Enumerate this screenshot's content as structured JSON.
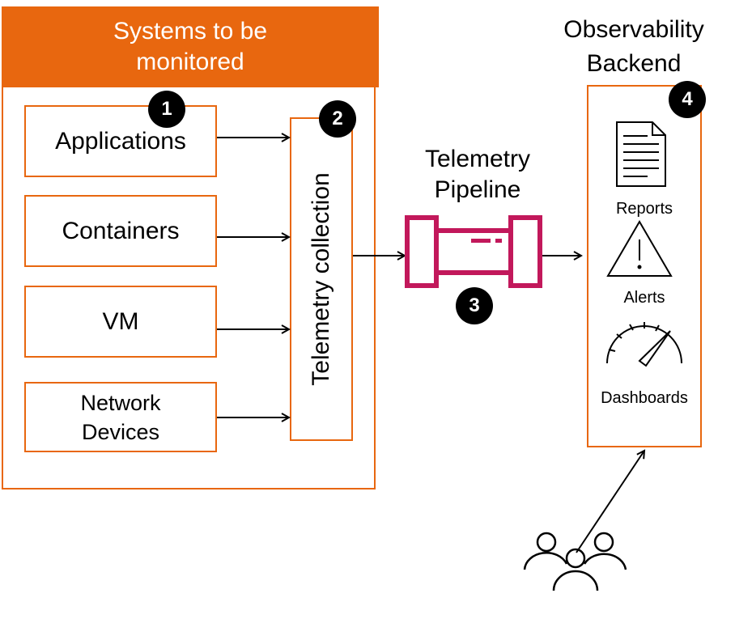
{
  "systems": {
    "title": "Systems to be\nmonitored",
    "sources": [
      {
        "label": "Applications"
      },
      {
        "label": "Containers"
      },
      {
        "label": "VM"
      },
      {
        "label": "Network\nDevices"
      }
    ]
  },
  "collection": {
    "label": "Telemetry collection"
  },
  "pipeline": {
    "title": "Telemetry\nPipeline"
  },
  "backend": {
    "title": "Observability\nBackend",
    "items": [
      {
        "label": "Reports",
        "icon": "document-icon"
      },
      {
        "label": "Alerts",
        "icon": "warning-icon"
      },
      {
        "label": "Dashboards",
        "icon": "gauge-icon"
      }
    ]
  },
  "badges": [
    "1",
    "2",
    "3",
    "4"
  ],
  "users": {
    "icon": "users-icon"
  },
  "colors": {
    "accent": "#e8670f",
    "pipeline": "#c2185b",
    "text": "#000000"
  }
}
